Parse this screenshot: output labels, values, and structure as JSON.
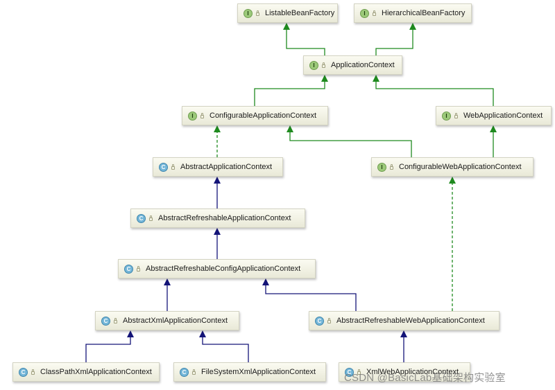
{
  "diagram": {
    "nodes": [
      {
        "id": "listable",
        "kind": "I",
        "label": "ListableBeanFactory"
      },
      {
        "id": "hierarchical",
        "kind": "I",
        "label": "HierarchicalBeanFactory"
      },
      {
        "id": "appctx",
        "kind": "I",
        "label": "ApplicationContext"
      },
      {
        "id": "configurable",
        "kind": "I",
        "label": "ConfigurableApplicationContext"
      },
      {
        "id": "webappctx",
        "kind": "I",
        "label": "WebApplicationContext"
      },
      {
        "id": "abstractappctx",
        "kind": "C",
        "label": "AbstractApplicationContext"
      },
      {
        "id": "configweb",
        "kind": "I",
        "label": "ConfigurableWebApplicationContext"
      },
      {
        "id": "absrefresh",
        "kind": "C",
        "label": "AbstractRefreshableApplicationContext"
      },
      {
        "id": "absrefreshconfig",
        "kind": "C",
        "label": "AbstractRefreshableConfigApplicationContext"
      },
      {
        "id": "absxml",
        "kind": "C",
        "label": "AbstractXmlApplicationContext"
      },
      {
        "id": "absrefreshweb",
        "kind": "C",
        "label": "AbstractRefreshableWebApplicationContext"
      },
      {
        "id": "classpathxml",
        "kind": "C",
        "label": "ClassPathXmlApplicationContext"
      },
      {
        "id": "filesystemxml",
        "kind": "C",
        "label": "FileSystemXmlApplicationContext"
      },
      {
        "id": "xmlweb",
        "kind": "C",
        "label": "XmlWebApplicationContext"
      }
    ],
    "edges": [
      {
        "from": "appctx",
        "to": "listable",
        "type": "interface-extends"
      },
      {
        "from": "appctx",
        "to": "hierarchical",
        "type": "interface-extends"
      },
      {
        "from": "configurable",
        "to": "appctx",
        "type": "interface-extends"
      },
      {
        "from": "webappctx",
        "to": "appctx",
        "type": "interface-extends"
      },
      {
        "from": "configweb",
        "to": "configurable",
        "type": "interface-extends"
      },
      {
        "from": "configweb",
        "to": "webappctx",
        "type": "interface-extends"
      },
      {
        "from": "abstractappctx",
        "to": "configurable",
        "type": "implements"
      },
      {
        "from": "absrefresh",
        "to": "abstractappctx",
        "type": "class-extends"
      },
      {
        "from": "absrefreshconfig",
        "to": "absrefresh",
        "type": "class-extends"
      },
      {
        "from": "absxml",
        "to": "absrefreshconfig",
        "type": "class-extends"
      },
      {
        "from": "absrefreshweb",
        "to": "absrefreshconfig",
        "type": "class-extends"
      },
      {
        "from": "absrefreshweb",
        "to": "configweb",
        "type": "implements"
      },
      {
        "from": "classpathxml",
        "to": "absxml",
        "type": "class-extends"
      },
      {
        "from": "filesystemxml",
        "to": "absxml",
        "type": "class-extends"
      },
      {
        "from": "xmlweb",
        "to": "absrefreshweb",
        "type": "class-extends"
      }
    ],
    "colors": {
      "interface_edge": "#1f8a1f",
      "class_edge": "#141478",
      "implements_edge": "#1f8a1f"
    }
  },
  "watermark": "CSDN @BasicLab基础架构实验室"
}
